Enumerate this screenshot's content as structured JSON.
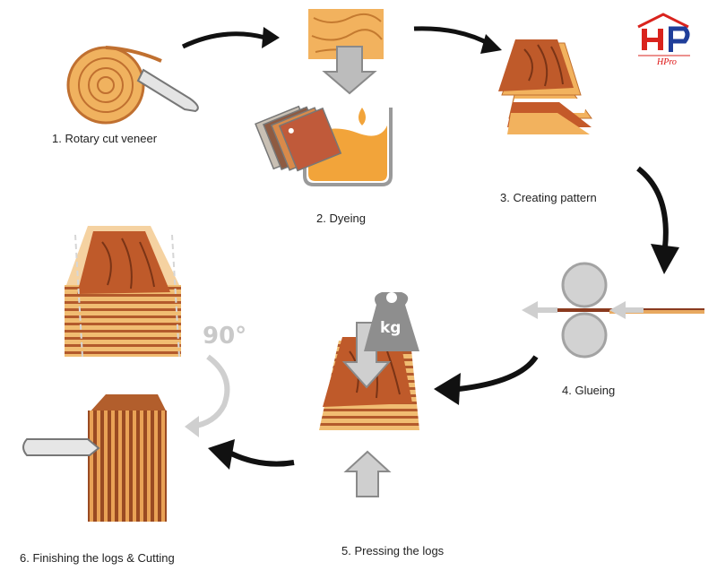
{
  "steps": [
    {
      "label": "1. Rotary cut veneer",
      "icon": "veneer-roll-icon"
    },
    {
      "label": "2. Dyeing",
      "icon": "dye-tank-icon"
    },
    {
      "label": "3. Creating pattern",
      "icon": "veneer-stack-icon"
    },
    {
      "label": "4. Glueing",
      "icon": "glue-rollers-icon"
    },
    {
      "label": "5. Pressing the logs",
      "icon": "press-weight-icon"
    },
    {
      "label": "6. Finishing the logs & Cutting",
      "icon": "cut-log-icon"
    }
  ],
  "rotation_label": "90°",
  "weight_label": "kg",
  "logo": {
    "text": "HPro",
    "icon": "hp-house-logo-icon"
  },
  "colors": {
    "wood_dark": "#b8572a",
    "wood_light": "#f2b25e",
    "dye": "#f2a43a",
    "arrow": "#111111",
    "gray": "#c7c7c7",
    "logo_red": "#d9231d",
    "logo_blue": "#1f3e9a"
  }
}
